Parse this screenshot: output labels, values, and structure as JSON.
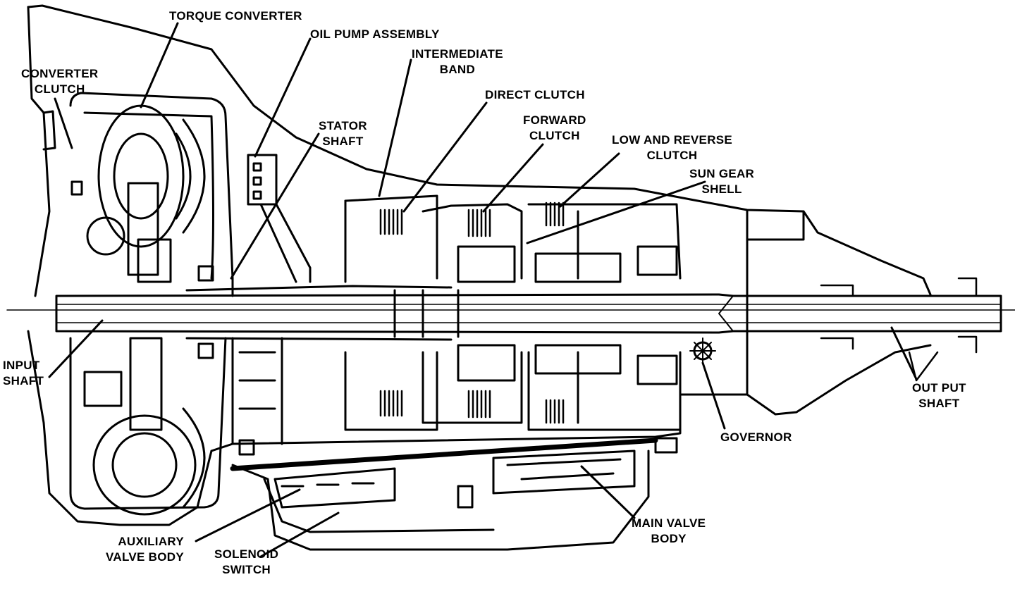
{
  "diagram": {
    "labels": {
      "torque_converter": [
        "TORQUE CONVERTER"
      ],
      "oil_pump_assembly": [
        "OIL PUMP ASSEMBLY"
      ],
      "intermediate_band": [
        "INTERMEDIATE",
        "BAND"
      ],
      "converter_clutch": [
        "CONVERTER",
        "CLUTCH"
      ],
      "direct_clutch": [
        "DIRECT CLUTCH"
      ],
      "forward_clutch": [
        "FORWARD",
        "CLUTCH"
      ],
      "stator_shaft": [
        "STATOR",
        "SHAFT"
      ],
      "low_reverse_clutch": [
        "LOW AND REVERSE",
        "CLUTCH"
      ],
      "sun_gear_shell": [
        "SUN GEAR",
        "SHELL"
      ],
      "input_shaft": [
        "INPUT",
        "SHAFT"
      ],
      "output_shaft": [
        "OUT PUT",
        "SHAFT"
      ],
      "governor": [
        "GOVERNOR"
      ],
      "main_valve_body": [
        "MAIN VALVE",
        "BODY"
      ],
      "auxiliary_valve_body": [
        "AUXILIARY",
        "VALVE BODY"
      ],
      "solenoid_switch": [
        "SOLENOID",
        "SWITCH"
      ]
    },
    "colors": {
      "ink": "#000000",
      "paper": "#ffffff"
    }
  }
}
